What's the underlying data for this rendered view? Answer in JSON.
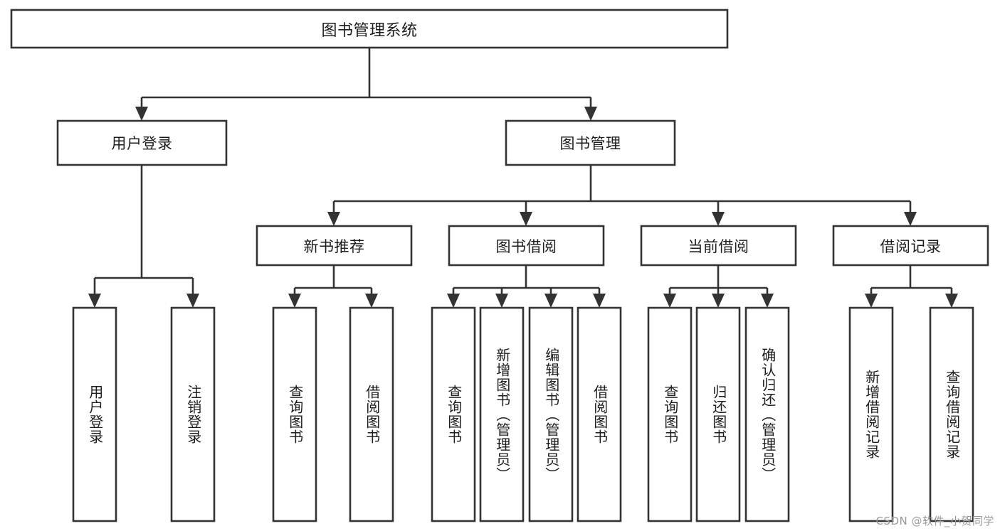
{
  "diagram": {
    "type": "tree-hierarchy-chart",
    "title_node": {
      "id": "root",
      "label": "图书管理系统"
    },
    "level2": [
      {
        "id": "user-login",
        "label": "用户登录"
      },
      {
        "id": "book-manage",
        "label": "图书管理"
      }
    ],
    "level3": [
      {
        "id": "new-book-rec",
        "label": "新书推荐"
      },
      {
        "id": "book-borrow",
        "label": "图书借阅"
      },
      {
        "id": "current-borrow",
        "label": "当前借阅"
      },
      {
        "id": "borrow-record",
        "label": "借阅记录"
      }
    ],
    "leaves": {
      "user_login": [
        {
          "id": "leaf-user-login",
          "label": "用户登录"
        },
        {
          "id": "leaf-logout",
          "label": "注销登录"
        }
      ],
      "new_book_rec": [
        {
          "id": "leaf-query-book-1",
          "label": "查询图书"
        },
        {
          "id": "leaf-borrow-book-1",
          "label": "借阅图书"
        }
      ],
      "book_borrow": [
        {
          "id": "leaf-query-book-2",
          "label": "查询图书"
        },
        {
          "id": "leaf-add-book",
          "label": "新增图书（管理员）"
        },
        {
          "id": "leaf-edit-book",
          "label": "编辑图书（管理员）"
        },
        {
          "id": "leaf-borrow-book-2",
          "label": "借阅图书"
        }
      ],
      "current_borrow": [
        {
          "id": "leaf-query-book-3",
          "label": "查询图书"
        },
        {
          "id": "leaf-return-book",
          "label": "归还图书"
        },
        {
          "id": "leaf-confirm-return",
          "label": "确认归还（管理员）"
        }
      ],
      "borrow_record": [
        {
          "id": "leaf-add-record",
          "label": "新增借阅记录"
        },
        {
          "id": "leaf-query-record",
          "label": "查询借阅记录"
        }
      ]
    }
  },
  "watermark": {
    "text": "CSDN @软件_小贺同学"
  },
  "colors": {
    "stroke": "#333333",
    "fill": "#ffffff",
    "text": "#1d1d1d",
    "watermark": "#9a9a9a"
  }
}
